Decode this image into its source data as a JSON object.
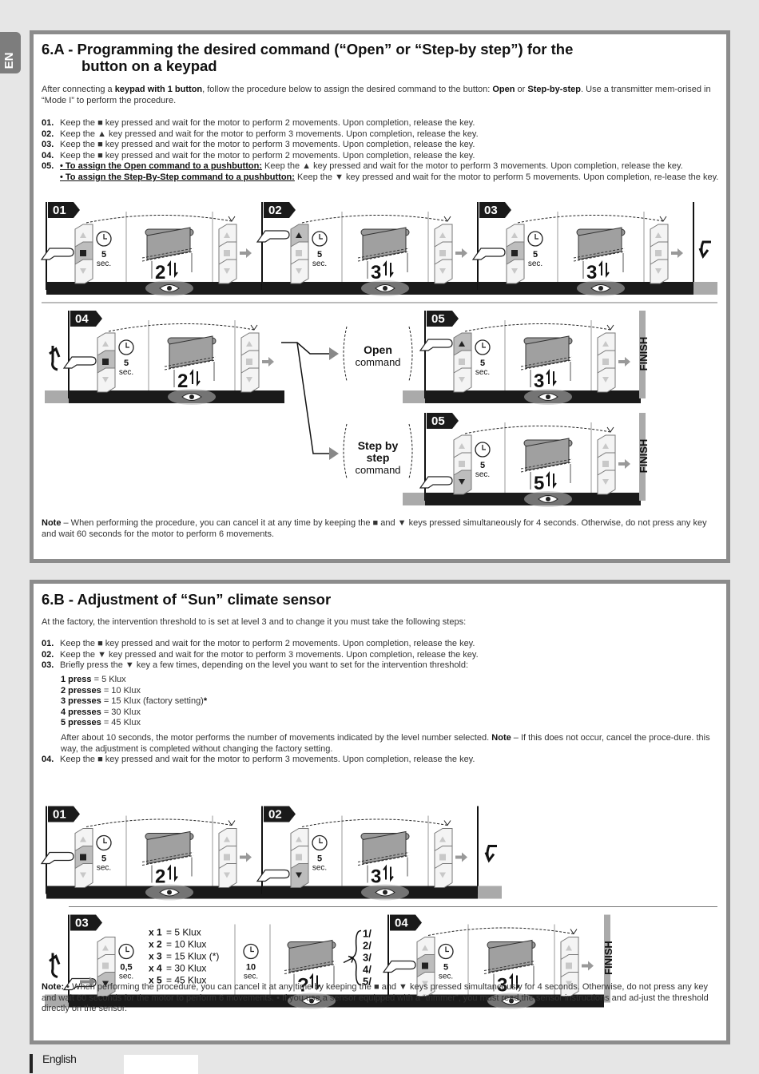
{
  "lang_tab": "EN",
  "footer": {
    "label": "English"
  },
  "sec_a": {
    "title_line1": "6.A - Programming the desired command (“Open” or “Step-by step”) for the",
    "title_line2": "button on a keypad",
    "intro_1": "After connecting a ",
    "intro_b1": "keypad with 1 button",
    "intro_2": ", follow the procedure below to assign the desired command to the button: ",
    "intro_b2": "Open",
    "intro_3": " or ",
    "intro_b3": "Step-by-step",
    "intro_4": ". Use a transmitter mem-orised in “Mode I” to perform the procedure.",
    "steps": [
      {
        "num": "01.",
        "text": "Keep the ■ key pressed and wait for the motor to perform 2 movements. Upon completion, release the key."
      },
      {
        "num": "02.",
        "text": "Keep the ▲ key pressed and wait for the motor to perform 3 movements. Upon completion, release the key."
      },
      {
        "num": "03.",
        "text": "Keep the ■ key pressed and wait for the motor to perform 3 movements. Upon completion, release the key."
      },
      {
        "num": "04.",
        "text": "Keep the ■ key pressed and wait for the motor to perform 2 movements. Upon completion, release the key."
      }
    ],
    "step5_num": "05.",
    "step5a_ul": "• To assign the Open command to a pushbutton:",
    "step5a_text": " Keep the ▲ key pressed and wait for the motor to perform 3 movements. Upon completion, release the key.",
    "step5b_ul": "• To assign the Step-By-Step command to a pushbutton:",
    "step5b_text": " Keep the ▼ key pressed and wait for the motor to perform 5 movements. Upon completion, re-lease the key.",
    "diagram": {
      "badges": [
        "01",
        "02",
        "03",
        "04",
        "05",
        "05"
      ],
      "sec_value": "5",
      "sec_unit": "sec.",
      "counts": [
        "2",
        "3",
        "3",
        "2",
        "3",
        "5"
      ],
      "open_label1": "Open",
      "open_label2": "command",
      "sbs_label1": "Step by",
      "sbs_label2": "step",
      "sbs_label3": "command",
      "finish": "FINISH"
    },
    "note_b": "Note",
    "note_text": " – When performing the procedure, you can cancel it at any time by keeping the ■ and ▼ keys pressed simultaneously for 4 seconds. Otherwise, do not press any key and wait 60 seconds for the motor to perform 6 movements."
  },
  "sec_b": {
    "title": "6.B - Adjustment of “Sun” climate sensor",
    "intro": "At the factory, the intervention threshold to is set at level 3 and to change it you must take the following steps:",
    "steps": [
      {
        "num": "01.",
        "text": "Keep the ■ key pressed and wait for the motor to perform 2 movements. Upon completion, release the key."
      },
      {
        "num": "02.",
        "text": "Keep the ▼ key pressed and wait for the motor to perform 3 movements. Upon completion, release the key."
      },
      {
        "num": "03.",
        "text": "Briefly press the ▼ key a few times, depending on the level you want to set for the intervention threshold:"
      }
    ],
    "presses": [
      {
        "b": "1 press",
        "t": " = 5 Klux"
      },
      {
        "b": "2 presses",
        "t": " = 10 Klux"
      },
      {
        "b": "3 presses",
        "t": " = 15 Klux (factory setting)",
        "star": "*"
      },
      {
        "b": "4 presses",
        "t": " = 30 Klux"
      },
      {
        "b": "5 presses",
        "t": " = 45 Klux"
      }
    ],
    "after_text": "After about 10 seconds, the motor performs the number of movements indicated by the level number selected. ",
    "after_b": "Note",
    "after_text2": " – If this does not occur, cancel the proce-dure. this way, the adjustment is completed without changing the factory setting.",
    "step4_num": "04.",
    "step4_text": "Keep the ■ key pressed and wait for the motor to perform 3 movements. Upon completion, release the key.",
    "diagram": {
      "badges": [
        "01",
        "02",
        "03",
        "04"
      ],
      "sec_value": "5",
      "sec_unit": "sec.",
      "counts": [
        "2",
        "3",
        "?",
        "3"
      ],
      "brief_value": "0,5",
      "wait_value": "10",
      "levels": [
        {
          "b": "x 1",
          "t": " = 5 Klux"
        },
        {
          "b": "x 2",
          "t": " = 10 Klux"
        },
        {
          "b": "x 3",
          "t": " = 15 Klux (*)"
        },
        {
          "b": "x 4",
          "t": " = 30 Klux"
        },
        {
          "b": "x 5",
          "t": " = 45 Klux"
        }
      ],
      "choices": [
        "1/",
        "2/",
        "3/",
        "4/",
        "5/"
      ],
      "finish": "FINISH"
    },
    "note_b": "Note:",
    "note_text": " • When performing the procedure, you can cancel it at any time by keeping the ■ and ▼ keys pressed simultaneously for 4 seconds. Otherwise, do not press any key and wait 60 seconds for the motor to perform 6 movements. • If you use a sensor equipped with a “trimmer”, you must read the sensor instructions and ad-just the threshold directly on the sensor."
  }
}
